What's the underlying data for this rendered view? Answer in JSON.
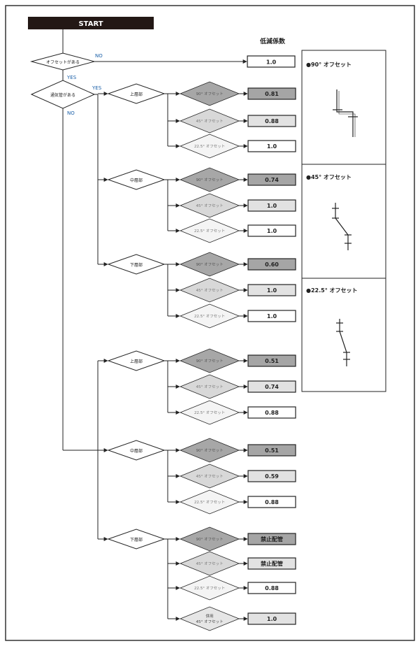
{
  "start": "START",
  "col_header": "低減係数",
  "q_offset": "オフセットがある",
  "q_vent": "通気管がある",
  "yes": "YES",
  "no": "NO",
  "no_offset_value": "1.0",
  "legend": [
    {
      "title": "●90° オフセット"
    },
    {
      "title": "●45° オフセット"
    },
    {
      "title": "●22.5° オフセット"
    }
  ],
  "sections": [
    {
      "floor": "上層部",
      "rows": [
        {
          "label": "90° オフセット",
          "value": "0.81"
        },
        {
          "label": "45° オフセット",
          "value": "0.88"
        },
        {
          "label": "22.5° オフセット",
          "value": "1.0"
        }
      ]
    },
    {
      "floor": "中層部",
      "rows": [
        {
          "label": "90° オフセット",
          "value": "0.74"
        },
        {
          "label": "45° オフセット",
          "value": "1.0"
        },
        {
          "label": "22.5° オフセット",
          "value": "1.0"
        }
      ]
    },
    {
      "floor": "下層部",
      "rows": [
        {
          "label": "90° オフセット",
          "value": "0.60"
        },
        {
          "label": "45° オフセット",
          "value": "1.0"
        },
        {
          "label": "22.5° オフセット",
          "value": "1.0"
        }
      ]
    },
    {
      "floor": "上層部",
      "rows": [
        {
          "label": "90° オフセット",
          "value": "0.51"
        },
        {
          "label": "45° オフセット",
          "value": "0.74"
        },
        {
          "label": "22.5° オフセット",
          "value": "0.88"
        }
      ]
    },
    {
      "floor": "中層部",
      "rows": [
        {
          "label": "90° オフセット",
          "value": "0.51"
        },
        {
          "label": "45° オフセット",
          "value": "0.59"
        },
        {
          "label": "22.5° オフセット",
          "value": "0.88"
        }
      ]
    },
    {
      "floor": "下層部",
      "rows": [
        {
          "label": "90° オフセット",
          "value": "禁止配管"
        },
        {
          "label": "45° オフセット",
          "value": "禁止配管"
        },
        {
          "label": "22.5° オフセット",
          "value": "0.88"
        },
        {
          "label": "併用\n45° オフセット",
          "value": "1.0"
        }
      ]
    }
  ]
}
